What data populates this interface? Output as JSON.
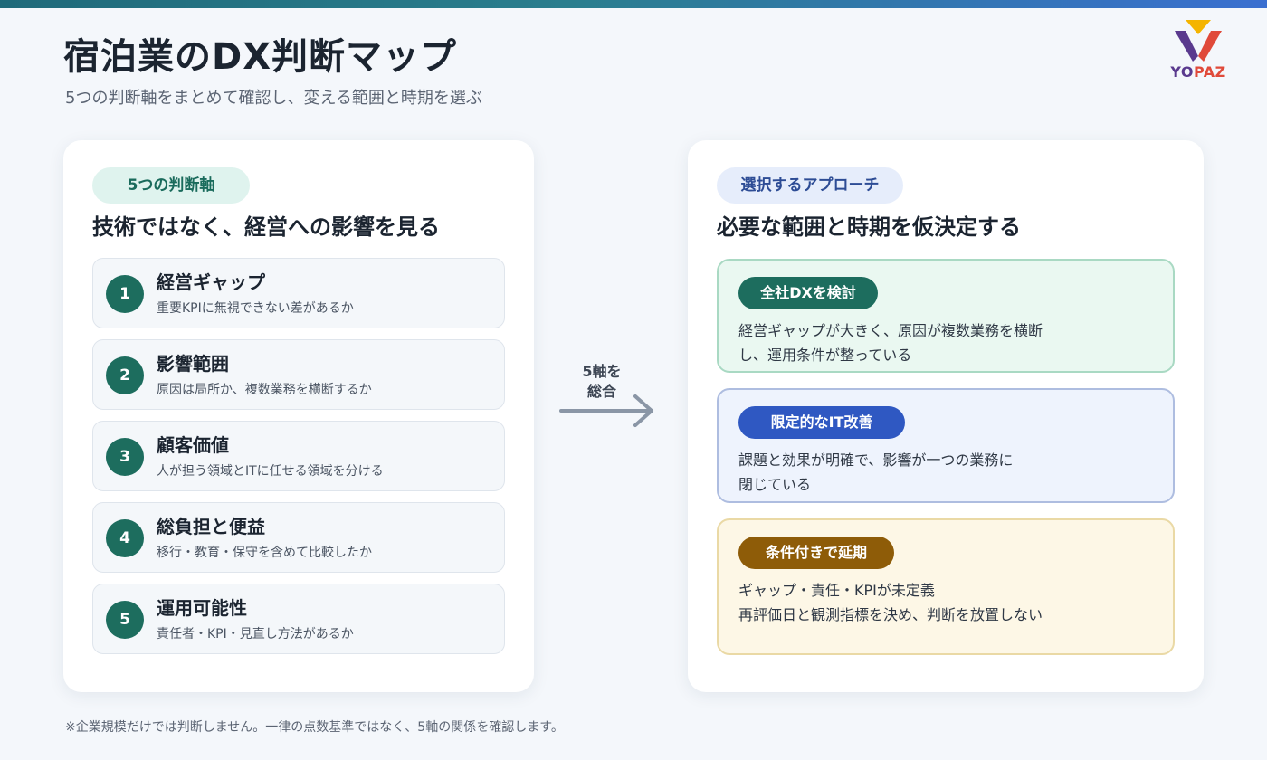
{
  "header": {
    "title": "宿泊業のDX判断マップ",
    "subtitle": "5つの判断軸をまとめて確認し、変える範囲と時期を選ぶ"
  },
  "logo": {
    "text_1": "YO",
    "text_2": "PAZ",
    "colors": [
      "#f4b400",
      "#5a3a8e",
      "#e04a3a"
    ]
  },
  "left_card": {
    "tag": "5つの判断軸",
    "heading": "技術ではなく、経営への影響を見る",
    "axes": [
      {
        "num": "1",
        "title": "経営ギャップ",
        "desc": "重要KPIに無視できない差があるか"
      },
      {
        "num": "2",
        "title": "影響範囲",
        "desc": "原因は局所か、複数業務を横断するか"
      },
      {
        "num": "3",
        "title": "顧客価値",
        "desc": "人が担う領域とITに任せる領域を分ける"
      },
      {
        "num": "4",
        "title": "総負担と便益",
        "desc": "移行・教育・保守を含めて比較したか"
      },
      {
        "num": "5",
        "title": "運用可能性",
        "desc": "責任者・KPI・見直し方法があるか"
      }
    ]
  },
  "connector": {
    "line1": "5軸を",
    "line2": "総合"
  },
  "right_card": {
    "tag": "選択するアプローチ",
    "heading": "必要な範囲と時期を仮決定する",
    "approaches": [
      {
        "label": "全社DXを検討",
        "desc_1": "経営ギャップが大きく、原因が複数業務を横断",
        "desc_2": "し、運用条件が整っている",
        "color": "#1d6d5e"
      },
      {
        "label": "限定的なIT改善",
        "desc_1": "課題と効果が明確で、影響が一つの業務に",
        "desc_2": "閉じている",
        "color": "#2f58c2"
      },
      {
        "label": "条件付きで延期",
        "desc_1": "ギャップ・責任・KPIが未定義",
        "desc_2": "再評価日と観測指標を決め、判断を放置しない",
        "color": "#8e5c08"
      }
    ]
  },
  "footnote": "※企業規模だけでは判断しません。一律の点数基準ではなく、5軸の関係を確認します。"
}
